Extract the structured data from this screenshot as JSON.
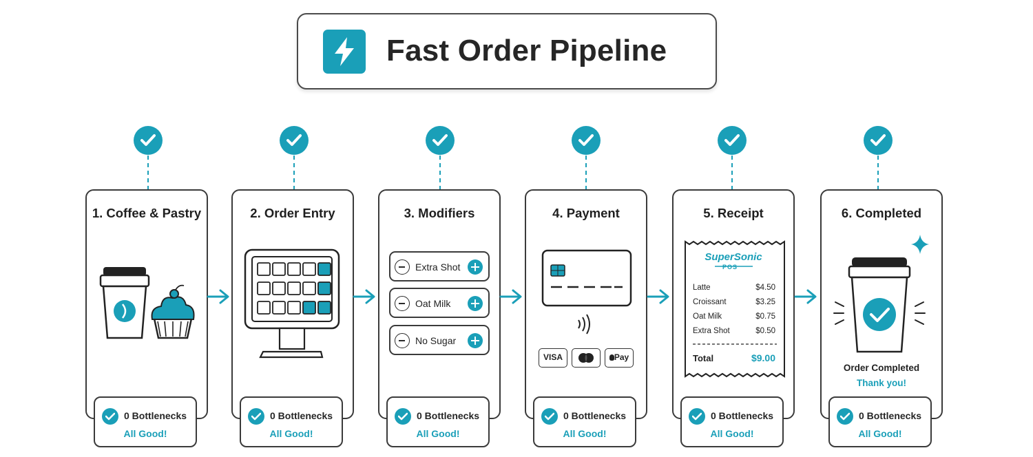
{
  "title": {
    "text": "Fast Order Pipeline",
    "icon": "lightning-bolt-icon"
  },
  "accent_color": "#1a9fb8",
  "steps": [
    {
      "title": "1. Coffee & Pastry",
      "status": "0 Bottlenecks",
      "status_note": "All Good!"
    },
    {
      "title": "2. Order Entry",
      "status": "0 Bottlenecks",
      "status_note": "All Good!"
    },
    {
      "title": "3. Modifiers",
      "status": "0 Bottlenecks",
      "status_note": "All Good!"
    },
    {
      "title": "4. Payment",
      "status": "0 Bottlenecks",
      "status_note": "All Good!"
    },
    {
      "title": "5. Receipt",
      "status": "0 Bottlenecks",
      "status_note": "All Good!"
    },
    {
      "title": "6. Completed",
      "status": "0 Bottlenecks",
      "status_note": "All Good!"
    }
  ],
  "modifiers": [
    "Extra Shot",
    "Oat Milk",
    "No Sugar"
  ],
  "payment_methods": [
    "VISA",
    "Pay"
  ],
  "receipt": {
    "brand": "SuperSonic",
    "brand_sub": "POS",
    "items": [
      {
        "name": "Latte",
        "price": "$4.50"
      },
      {
        "name": "Croissant",
        "price": "$3.25"
      },
      {
        "name": "Oat Milk",
        "price": "$0.75"
      },
      {
        "name": "Extra Shot",
        "price": "$0.50"
      }
    ],
    "total_label": "Total",
    "total_value": "$9.00"
  },
  "completed": {
    "line1": "Order Completed",
    "line2": "Thank you!"
  }
}
